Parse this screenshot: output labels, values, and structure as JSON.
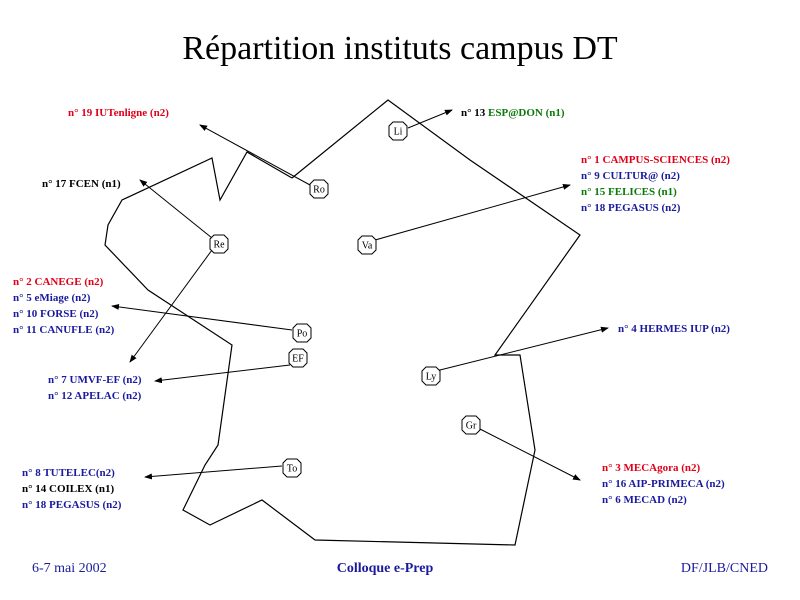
{
  "title": "Répartition instituts campus DT",
  "nodes": [
    {
      "id": "li",
      "label": "Li"
    },
    {
      "id": "ro",
      "label": "Ro"
    },
    {
      "id": "va",
      "label": "Va"
    },
    {
      "id": "re",
      "label": "Re"
    },
    {
      "id": "po",
      "label": "Po"
    },
    {
      "id": "ef",
      "label": "EF"
    },
    {
      "id": "ly",
      "label": "Ly"
    },
    {
      "id": "gr",
      "label": "Gr"
    },
    {
      "id": "to",
      "label": "To"
    }
  ],
  "groups": {
    "g1": [
      {
        "text": "n° 19 IUTenligne (n2)",
        "color": "#e0001a"
      }
    ],
    "g2": [
      {
        "text": "n° 13 ",
        "color": "#000000"
      },
      {
        "text": "ESP@DON (n1)",
        "color": "#0a7a0a"
      }
    ],
    "g3": [
      {
        "text": "n° 1 CAMPUS-SCIENCES (n2)",
        "color": "#e0001a"
      },
      {
        "text": "n° 9 CULTUR@ (n2)",
        "color": "#1a1a9e"
      },
      {
        "text": "n° 15 FELICES (n1)",
        "color": "#0a7a0a"
      },
      {
        "text": "n° 18 PEGASUS (n2)",
        "color": "#1a1a9e"
      }
    ],
    "g4": [
      {
        "text": "n° 17 FCEN (n1)",
        "color": "#000000"
      }
    ],
    "g5": [
      {
        "text": "n° 2 CANEGE (n2)",
        "color": "#e0001a"
      },
      {
        "text": "n° 5 eMiage (n2)",
        "color": "#1a1a9e"
      },
      {
        "text": "n° 10 FORSE (n2)",
        "color": "#1a1a9e"
      },
      {
        "text": "n° 11 CANUFLE (n2)",
        "color": "#1a1a9e"
      }
    ],
    "g6": [
      {
        "text": "n° 4 HERMES IUP (n2)",
        "color": "#1a1a9e"
      }
    ],
    "g7": [
      {
        "text": "n° 7 UMVF-EF (n2)",
        "color": "#1a1a9e"
      },
      {
        "text": "n° 12 APELAC (n2)",
        "color": "#1a1a9e"
      }
    ],
    "g8": [
      {
        "text": "n° 3 MECAgora (n2)",
        "color": "#e0001a"
      },
      {
        "text": "n° 16 AIP-PRIMECA (n2)",
        "color": "#1a1a9e"
      },
      {
        "text": "n° 6 MECAD (n2)",
        "color": "#1a1a9e"
      }
    ],
    "g9": [
      {
        "text": "n° 8 TUTELEC(n2)",
        "color": "#1a1a9e"
      },
      {
        "text": "n° 14 COILEX (n1)",
        "color": "#000000"
      },
      {
        "text": "n° 18 PEGASUS (n2)",
        "color": "#1a1a9e"
      }
    ]
  },
  "footer": {
    "left": "6-7 mai 2002",
    "center": "Colloque e-Prep",
    "right": "DF/JLB/CNED"
  }
}
